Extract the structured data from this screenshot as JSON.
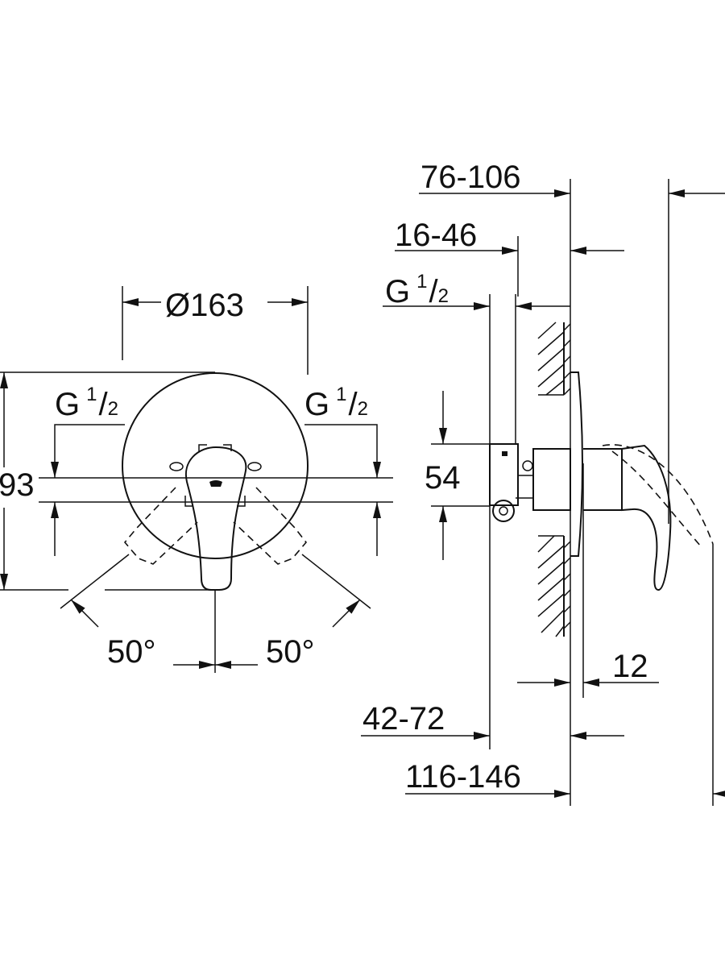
{
  "front_view": {
    "diameter_label": "Ø163",
    "height_label": "93",
    "inlet_left": {
      "g": "G",
      "num": "1",
      "sep": "/",
      "den": "2"
    },
    "inlet_right": {
      "g": "G",
      "num": "1",
      "sep": "/",
      "den": "2"
    },
    "angle_left": "50°",
    "angle_right": "50°"
  },
  "side_view": {
    "dim_total_depth": "76-106",
    "dim_wall_offset": "16-46",
    "inlet": {
      "g": "G",
      "num": "1",
      "sep": "/",
      "den": "2"
    },
    "dim_inlet_height": "54",
    "dim_rosette": "12",
    "dim_body_depth": "42-72",
    "dim_overall": "116-146"
  }
}
